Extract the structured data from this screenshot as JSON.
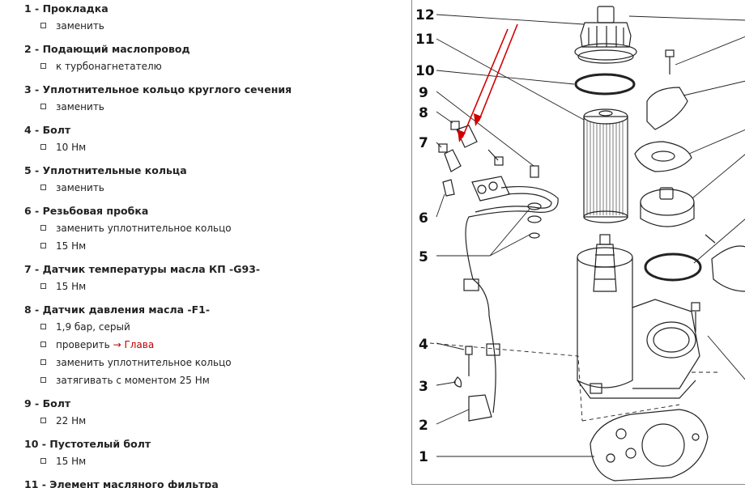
{
  "parts": [
    {
      "title": "1 - Прокладка",
      "lines": [
        {
          "text": "заменить"
        }
      ]
    },
    {
      "title": "2 - Подающий маслопровод",
      "lines": [
        {
          "text": "к турбонагнетателю"
        }
      ]
    },
    {
      "title": "3 - Уплотнительное кольцо круглого сечения",
      "lines": [
        {
          "text": "заменить"
        }
      ]
    },
    {
      "title": "4 - Болт",
      "lines": [
        {
          "text": "10 Нм"
        }
      ]
    },
    {
      "title": "5 - Уплотнительные кольца",
      "lines": [
        {
          "text": "заменить"
        }
      ]
    },
    {
      "title": "6 - Резьбовая пробка",
      "lines": [
        {
          "text": "заменить уплотнительное кольцо"
        },
        {
          "text": "15 Нм"
        }
      ]
    },
    {
      "title": "7 - Датчик температуры масла КП -G93-",
      "lines": [
        {
          "text": "15 Нм"
        }
      ]
    },
    {
      "title": "8 - Датчик давления масла -F1-",
      "lines": [
        {
          "text": "1,9 бар, серый"
        },
        {
          "text": "проверить",
          "link": "→ Глава"
        },
        {
          "text": "заменить уплотнительное кольцо"
        },
        {
          "text": "затягивать с моментом 25 Нм"
        }
      ]
    },
    {
      "title": "9 - Болт",
      "lines": [
        {
          "text": "22 Нм"
        }
      ]
    },
    {
      "title": "10 - Пустотелый болт",
      "lines": [
        {
          "text": "15 Нм"
        }
      ]
    },
    {
      "title": "11 - Элемент масляного фильтра",
      "lines": []
    }
  ],
  "figure": {
    "callouts": [
      "12",
      "11",
      "10",
      "9",
      "8",
      "7",
      "6",
      "5",
      "4",
      "3",
      "2",
      "1"
    ]
  }
}
